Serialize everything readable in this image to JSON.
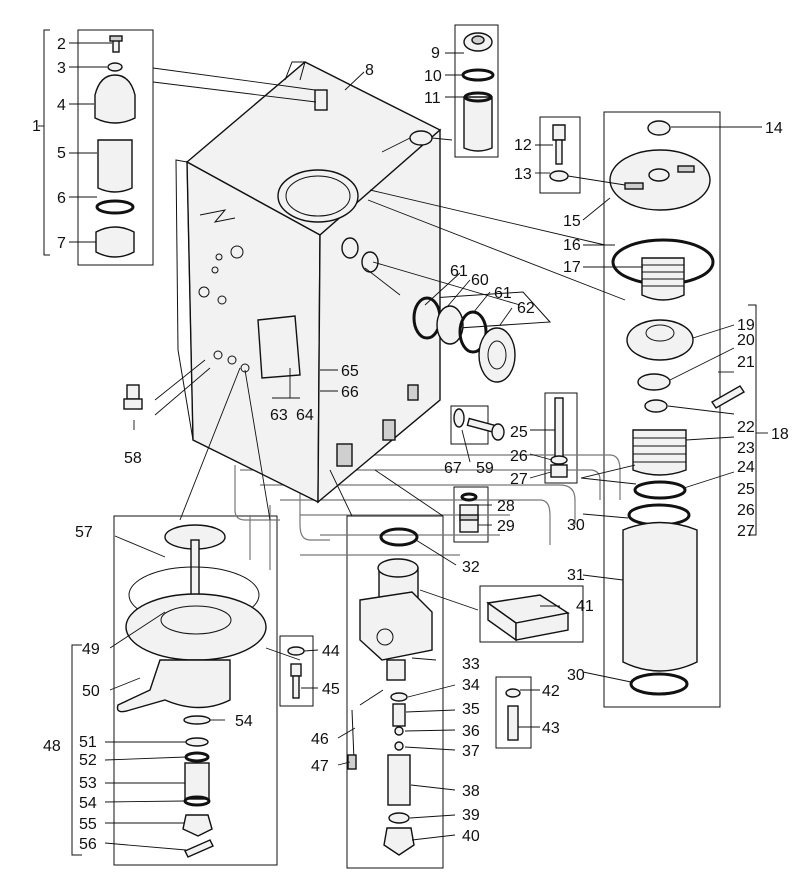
{
  "callouts": [
    {
      "id": "c1",
      "text": "1"
    },
    {
      "id": "c2",
      "text": "2"
    },
    {
      "id": "c3",
      "text": "3"
    },
    {
      "id": "c4",
      "text": "4"
    },
    {
      "id": "c5",
      "text": "5"
    },
    {
      "id": "c6",
      "text": "6"
    },
    {
      "id": "c7",
      "text": "7"
    },
    {
      "id": "c8",
      "text": "8"
    },
    {
      "id": "c9",
      "text": "9"
    },
    {
      "id": "c10",
      "text": "10"
    },
    {
      "id": "c11",
      "text": "11"
    },
    {
      "id": "c12",
      "text": "12"
    },
    {
      "id": "c13",
      "text": "13"
    },
    {
      "id": "c14",
      "text": "14"
    },
    {
      "id": "c15",
      "text": "15"
    },
    {
      "id": "c16",
      "text": "16"
    },
    {
      "id": "c17",
      "text": "17"
    },
    {
      "id": "c18",
      "text": "18"
    },
    {
      "id": "c19",
      "text": "19"
    },
    {
      "id": "c20",
      "text": "20"
    },
    {
      "id": "c21",
      "text": "21"
    },
    {
      "id": "c22",
      "text": "22"
    },
    {
      "id": "c23",
      "text": "23"
    },
    {
      "id": "c24",
      "text": "24"
    },
    {
      "id": "c25a",
      "text": "25"
    },
    {
      "id": "c26a",
      "text": "26"
    },
    {
      "id": "c27a",
      "text": "27"
    },
    {
      "id": "c25b",
      "text": "25"
    },
    {
      "id": "c26b",
      "text": "26"
    },
    {
      "id": "c27b",
      "text": "27"
    },
    {
      "id": "c28",
      "text": "28"
    },
    {
      "id": "c29",
      "text": "29"
    },
    {
      "id": "c30a",
      "text": "30"
    },
    {
      "id": "c30b",
      "text": "30"
    },
    {
      "id": "c31",
      "text": "31"
    },
    {
      "id": "c32",
      "text": "32"
    },
    {
      "id": "c33",
      "text": "33"
    },
    {
      "id": "c34",
      "text": "34"
    },
    {
      "id": "c35",
      "text": "35"
    },
    {
      "id": "c36",
      "text": "36"
    },
    {
      "id": "c37",
      "text": "37"
    },
    {
      "id": "c38",
      "text": "38"
    },
    {
      "id": "c39",
      "text": "39"
    },
    {
      "id": "c40",
      "text": "40"
    },
    {
      "id": "c41",
      "text": "41"
    },
    {
      "id": "c42",
      "text": "42"
    },
    {
      "id": "c43",
      "text": "43"
    },
    {
      "id": "c44",
      "text": "44"
    },
    {
      "id": "c45",
      "text": "45"
    },
    {
      "id": "c46",
      "text": "46"
    },
    {
      "id": "c47",
      "text": "47"
    },
    {
      "id": "c48",
      "text": "48"
    },
    {
      "id": "c49",
      "text": "49"
    },
    {
      "id": "c50",
      "text": "50"
    },
    {
      "id": "c51",
      "text": "51"
    },
    {
      "id": "c52",
      "text": "52"
    },
    {
      "id": "c53",
      "text": "53"
    },
    {
      "id": "c54a",
      "text": "54"
    },
    {
      "id": "c54b",
      "text": "54"
    },
    {
      "id": "c55",
      "text": "55"
    },
    {
      "id": "c56",
      "text": "56"
    },
    {
      "id": "c57",
      "text": "57"
    },
    {
      "id": "c58",
      "text": "58"
    },
    {
      "id": "c59",
      "text": "59"
    },
    {
      "id": "c60",
      "text": "60"
    },
    {
      "id": "c61a",
      "text": "61"
    },
    {
      "id": "c61b",
      "text": "61"
    },
    {
      "id": "c62",
      "text": "62"
    },
    {
      "id": "c63",
      "text": "63"
    },
    {
      "id": "c64",
      "text": "64"
    },
    {
      "id": "c65",
      "text": "65"
    },
    {
      "id": "c66",
      "text": "66"
    },
    {
      "id": "c67",
      "text": "67"
    }
  ],
  "colors": {
    "line": "#111111",
    "fill": "#f2f2f2",
    "shade": "#cfcfcf",
    "background": "#ffffff"
  }
}
